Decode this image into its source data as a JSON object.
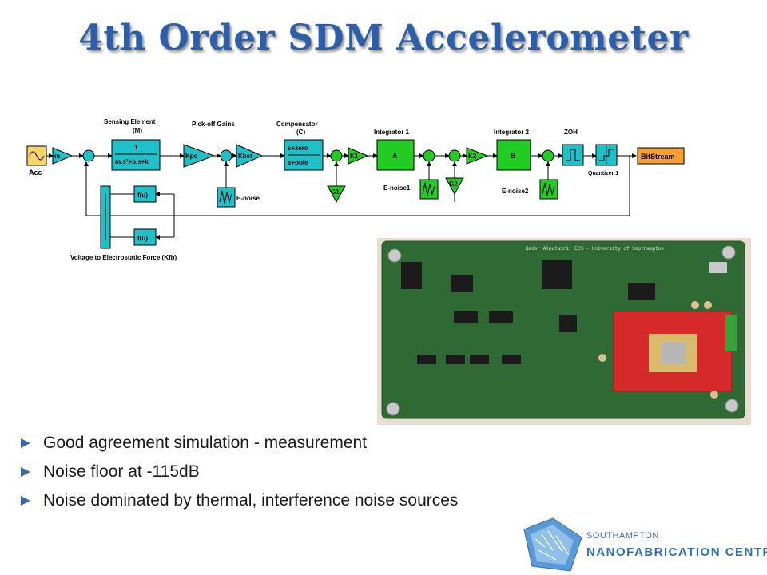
{
  "slide": {
    "title": "4th Order SDM Accelerometer",
    "bullets": [
      "Good agreement simulation - measurement",
      "Noise floor at -115dB",
      "Noise dominated by thermal, interference noise sources"
    ]
  },
  "diagram": {
    "input_label": "Acc",
    "gain_m": "m",
    "sensing_title_1": "Sensing Element",
    "sensing_title_2": "(M)",
    "sensing_num": "1",
    "sensing_den": "m.s²+b.s+k",
    "pickoff_title": "Pick-off Gains",
    "kpo": "Kpo",
    "kbst": "Kbst",
    "comp_title_1": "Compensator",
    "comp_title_2": "(C)",
    "comp_num": "s+zero",
    "comp_den": "s+pole",
    "int1_title": "Integrator 1",
    "int1_block": "A",
    "k1": "K1",
    "g1": "G1",
    "enoise1": "E-noise1",
    "g2": "G2",
    "k2": "K2",
    "int2_title": "Integrator 2",
    "int2_block": "B",
    "enoise2": "E-noise2",
    "zoh": "ZOH",
    "quantizer": "Quantizer 1",
    "bitstream": "BitStream",
    "enoise": "E-noise",
    "fu_top": "f(u)",
    "fu_bottom": "f(u)",
    "feedback_label": "Voltage to Electrostatic Force (Kfb)"
  },
  "pcb": {
    "board_text": "Bader Almutairi; ECS - University of Southampton"
  },
  "logo": {
    "subtitle": "SOUTHAMPTON",
    "name": "NANOFABRICATION CENTRE"
  },
  "colors": {
    "title": "#2d5fa8",
    "block_fill": "#20c0c8",
    "integrator_fill": "#22cc22",
    "bitstream_fill": "#f5a030"
  }
}
